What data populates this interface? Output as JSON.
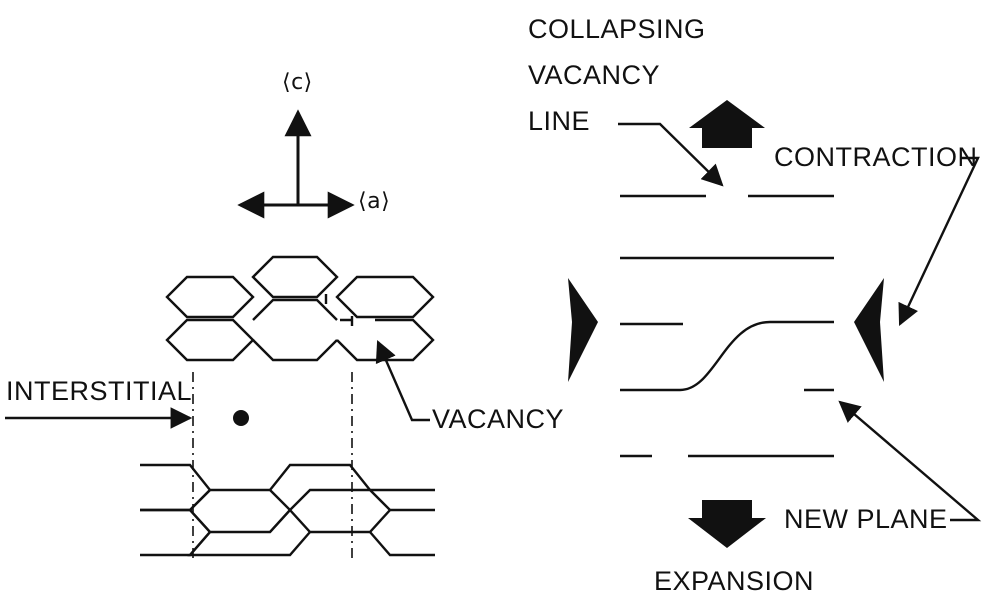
{
  "axes": {
    "c_label": "⟨c⟩",
    "a_label": "⟨a⟩"
  },
  "labels": {
    "interstitial": "INTERSTITIAL",
    "vacancy": "VACANCY",
    "collapsing_vacancy_line": [
      "COLLAPSING",
      "VACANCY",
      "LINE"
    ],
    "contraction": "CONTRACTION",
    "new_plane": "NEW PLANE",
    "expansion": "EXPANSION"
  },
  "colors": {
    "ink": "#111111",
    "background": "#ffffff"
  }
}
